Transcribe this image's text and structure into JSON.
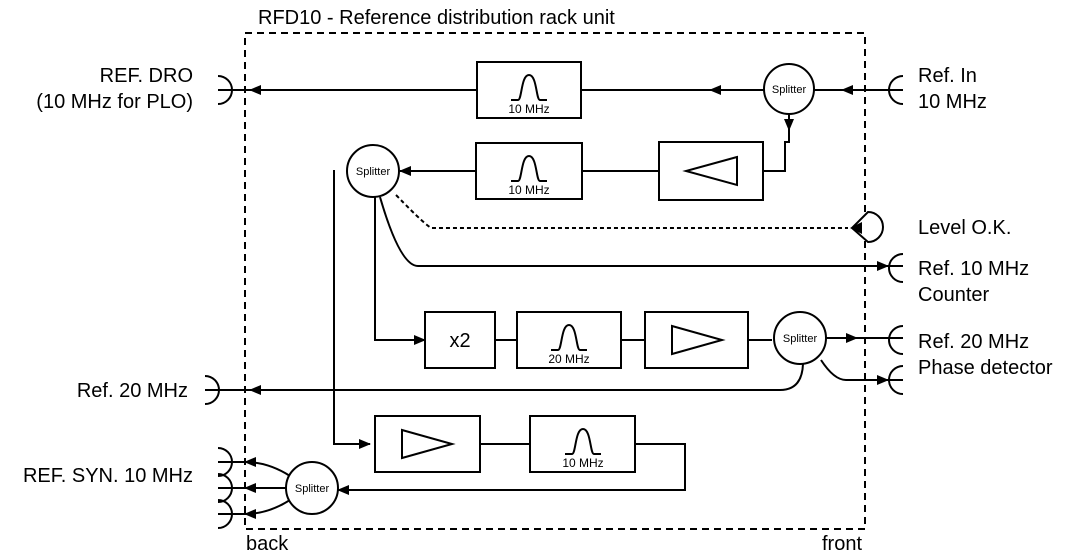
{
  "title": "RFD10 - Reference distribution rack unit",
  "corner_labels": {
    "back": "back",
    "front": "front"
  },
  "external": {
    "ref_dro_line1": "REF. DRO",
    "ref_dro_line2": "(10 MHz for PLO)",
    "ref_in_line1": "Ref. In",
    "ref_in_line2": "10 MHz",
    "level_ok": "Level O.K.",
    "counter_line1": "Ref. 10 MHz",
    "counter_line2": "Counter",
    "ref20_front_line1": "Ref. 20 MHz",
    "ref20_front_line2": "Phase detector",
    "ref20_back": "Ref. 20 MHz",
    "ref_syn": "REF. SYN. 10 MHz"
  },
  "blocks": {
    "filter_top": "10 MHz",
    "filter_second": "10 MHz",
    "multiplier": "x2",
    "filter_20": "20 MHz",
    "filter_bottom": "10 MHz"
  },
  "splitter_label": "Splitter"
}
